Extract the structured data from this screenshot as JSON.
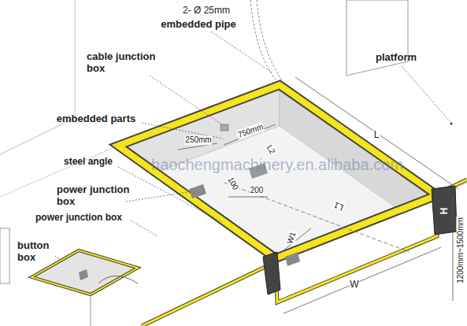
{
  "diagram": {
    "labels": [
      "2- Ø 25mm",
      "embedded pipe",
      "cable junction box",
      "platform",
      "embedded parts",
      "250mm",
      "750mm",
      "L2",
      "steel angle",
      "100",
      "200",
      "L1",
      "power junction box",
      "power junction box",
      "button box",
      "W1",
      "W",
      "L",
      "H",
      "1200mm~1500mm",
      "haochengmachinery.en.alibaba.com"
    ]
  }
}
